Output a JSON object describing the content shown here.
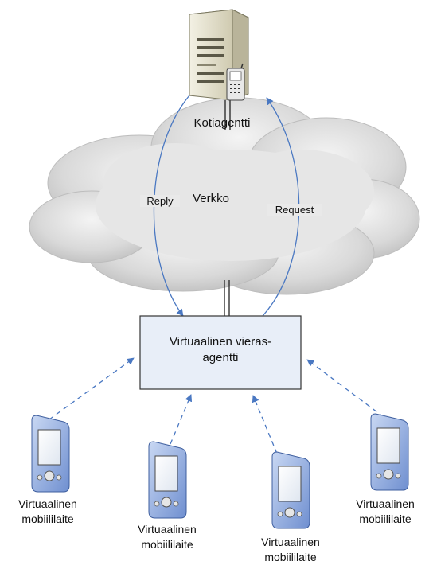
{
  "server": {
    "label": "Kotiagentti",
    "icon": "server-with-phone-icon"
  },
  "network": {
    "label": "Verkko",
    "icon": "cloud-icon"
  },
  "arrows": {
    "reply_label": "Reply",
    "request_label": "Request"
  },
  "hub": {
    "label_line1": "Virtuaalinen vieras-",
    "label_line2": "agentti"
  },
  "devices": [
    {
      "line1": "Virtuaalinen",
      "line2": "mobiililaite"
    },
    {
      "line1": "Virtuaalinen",
      "line2": "mobiililaite"
    },
    {
      "line1": "Virtuaalinen",
      "line2": "mobiililaite"
    },
    {
      "line1": "Virtuaalinen",
      "line2": "mobiililaite"
    }
  ],
  "colors": {
    "arrow": "#4a78c2",
    "hub_fill": "#e8eef8",
    "device_body": "#9fb7e6",
    "cloud": "#d6d6d6"
  }
}
